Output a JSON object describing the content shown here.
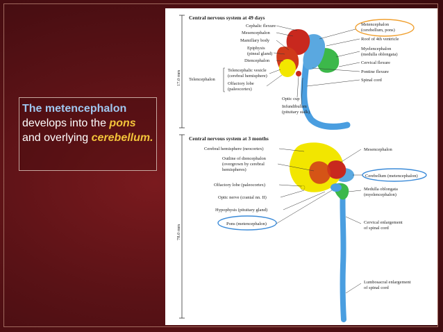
{
  "slide_text": {
    "part1": "The metencephalon",
    "part2": " develops into the ",
    "part3": "pons",
    "part4": " and overlying ",
    "part5": "cerebellum."
  },
  "figure": {
    "top": {
      "heading": "Central nervous system at 49 days",
      "scale": "17.0 mm",
      "left_labels": {
        "cephalic_flexure": "Cephalic flexure",
        "mesencephalon": "Mesencephalon",
        "mamillary_body": "Mamillary body",
        "epiphysis_1": "Epiphysis",
        "epiphysis_2": "(pineal gland)",
        "diencephalon": "Diencephalon",
        "telencephalon": "Telencephalon",
        "tel_vesicle_1": "Telencephalic vesicle",
        "tel_vesicle_2": "(cerebral hemisphere)",
        "olf_lobe_1": "Olfactory lobe",
        "olf_lobe_2": "(paleocortex)",
        "optic_cup": "Optic cup",
        "infund_1": "Infundibulum",
        "infund_2": "(pituitary stalk)"
      },
      "right_labels": {
        "metencephalon_1": "Metencephalon",
        "metencephalon_2": "(cerebellum, pons)",
        "roof_4th": "Roof of 4th ventricle",
        "myel_1": "Myelencephalon",
        "myel_2": "(medulla oblongata)",
        "cervical_flexure": "Cervical flexure",
        "pontine_flexure": "Pontine flexure",
        "spinal_cord": "Spinal cord"
      }
    },
    "bottom": {
      "heading": "Central nervous system at 3 months",
      "scale": "78.0 mm",
      "left_labels": {
        "cerebral_hemi": "Cerebral hemisphere (neocortex)",
        "outline_1": "Outline of diencephalon",
        "outline_2": "(overgrown by cerebral",
        "outline_3": "hemispheres)",
        "olf_lobe": "Olfactory lobe (paleocortex)",
        "optic_nerve": "Optic nerve (cranial nn. II)",
        "hypophysis": "Hypophysis (pituitary gland)",
        "pons": "Pons (metencephalon)"
      },
      "right_labels": {
        "mesencephalon": "Mesencephalon",
        "cerebellum": "Cerebellum (metencephalon)",
        "medulla_1": "Medulla oblongata",
        "medulla_2": "(myelencephalon)",
        "cerv_enl_1": "Cervical enlargement",
        "cerv_enl_2": "of spinal cord",
        "lumbo_1": "Lumbosacral enlargement",
        "lumbo_2": "of spinal cord"
      }
    }
  },
  "colors": {
    "telencephalon": "#f2e600",
    "diencephalon": "#d03a1a",
    "mesencephalon": "#c8281e",
    "metencephalon": "#5aa8e0",
    "myelencephalon": "#3cb84a",
    "spinal_cord": "#4a9ee0",
    "highlight_circle": "#3a8ad8",
    "highlight_oval": "#f0a030"
  }
}
